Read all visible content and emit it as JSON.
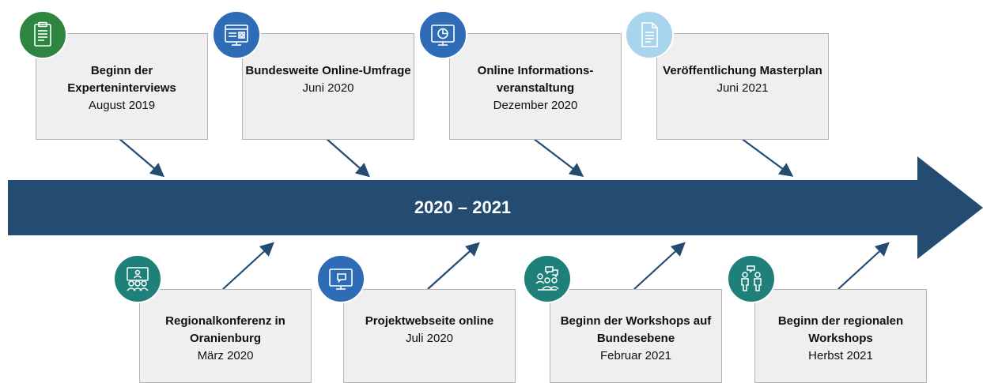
{
  "timeline": {
    "label": "2020 – 2021",
    "color": "#244c73"
  },
  "events_top": [
    {
      "title": "Beginn der Experteninterviews",
      "date": "August 2019",
      "icon": "clipboard-icon",
      "color": "#2e8540"
    },
    {
      "title": "Bundesweite Online-Umfrage",
      "date": "Juni 2020",
      "icon": "web-survey-icon",
      "color": "#2e6db5"
    },
    {
      "title": "Online Informations-veranstaltung",
      "date": "Dezember 2020",
      "icon": "presentation-chart-icon",
      "color": "#2e6db5"
    },
    {
      "title": "Veröffentlichung Masterplan",
      "date": "Juni 2021",
      "icon": "document-icon",
      "color": "#a8d4ee"
    }
  ],
  "events_bottom": [
    {
      "title": "Regionalkonferenz in Oranienburg",
      "date": "März 2020",
      "icon": "conference-audience-icon",
      "color": "#1f7f79"
    },
    {
      "title": "Projektwebseite online",
      "date": "Juli 2020",
      "icon": "website-monitor-icon",
      "color": "#2e6db5"
    },
    {
      "title": "Beginn der Workshops auf Bundesebene",
      "date": "Februar 2021",
      "icon": "group-discussion-icon",
      "color": "#1f7f79"
    },
    {
      "title": "Beginn der regionalen Workshops",
      "date": "Herbst 2021",
      "icon": "two-people-talking-icon",
      "color": "#1f7f79"
    }
  ]
}
